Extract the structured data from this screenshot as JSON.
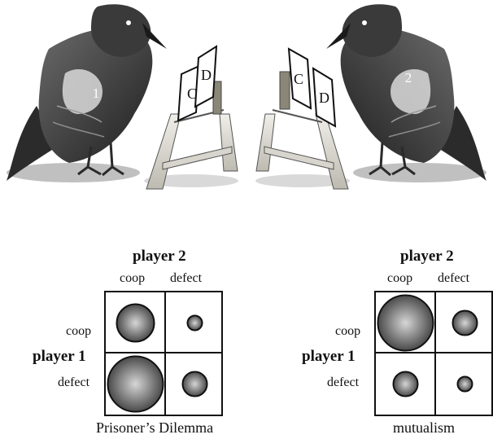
{
  "scene": {
    "bird_left_number": "1",
    "bird_right_number": "2",
    "card_c": "C",
    "card_d": "D"
  },
  "games": [
    {
      "column_player": "player 2",
      "row_player": "player 1",
      "col_labels": [
        "coop",
        "defect"
      ],
      "row_labels": [
        "coop",
        "defect"
      ],
      "caption": "Prisoner’s Dilemma",
      "payoff_size": [
        [
          3,
          1
        ],
        [
          4,
          2
        ]
      ]
    },
    {
      "column_player": "player 2",
      "row_player": "player 1",
      "col_labels": [
        "coop",
        "defect"
      ],
      "row_labels": [
        "coop",
        "defect"
      ],
      "caption": "mutualism",
      "payoff_size": [
        [
          4,
          2
        ],
        [
          2,
          1
        ]
      ]
    }
  ],
  "colors": {
    "ink": "#111111",
    "ball_light": "#d6d6d6",
    "ball_dark": "#4a4a4a"
  }
}
